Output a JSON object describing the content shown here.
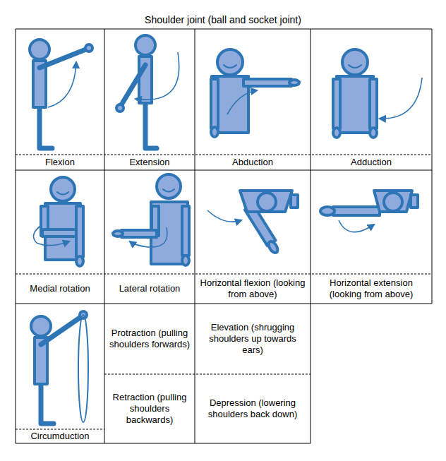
{
  "diagram": {
    "title": "Shoulder joint (ball and socket joint)",
    "labels": [
      "Flexion",
      "Extension",
      "Abduction",
      "Adduction",
      "Medial rotation",
      "Lateral rotation",
      "Horizontal flexion (looking from above)",
      "Horizontal extension (looking from above)",
      "Circumduction",
      "Protraction (pulling shoulders forwards)",
      "Elevation (shrugging shoulders up towards ears)",
      "Retraction (pulling shoulders backwards)",
      "Depression (lowering shoulders back down)"
    ]
  }
}
